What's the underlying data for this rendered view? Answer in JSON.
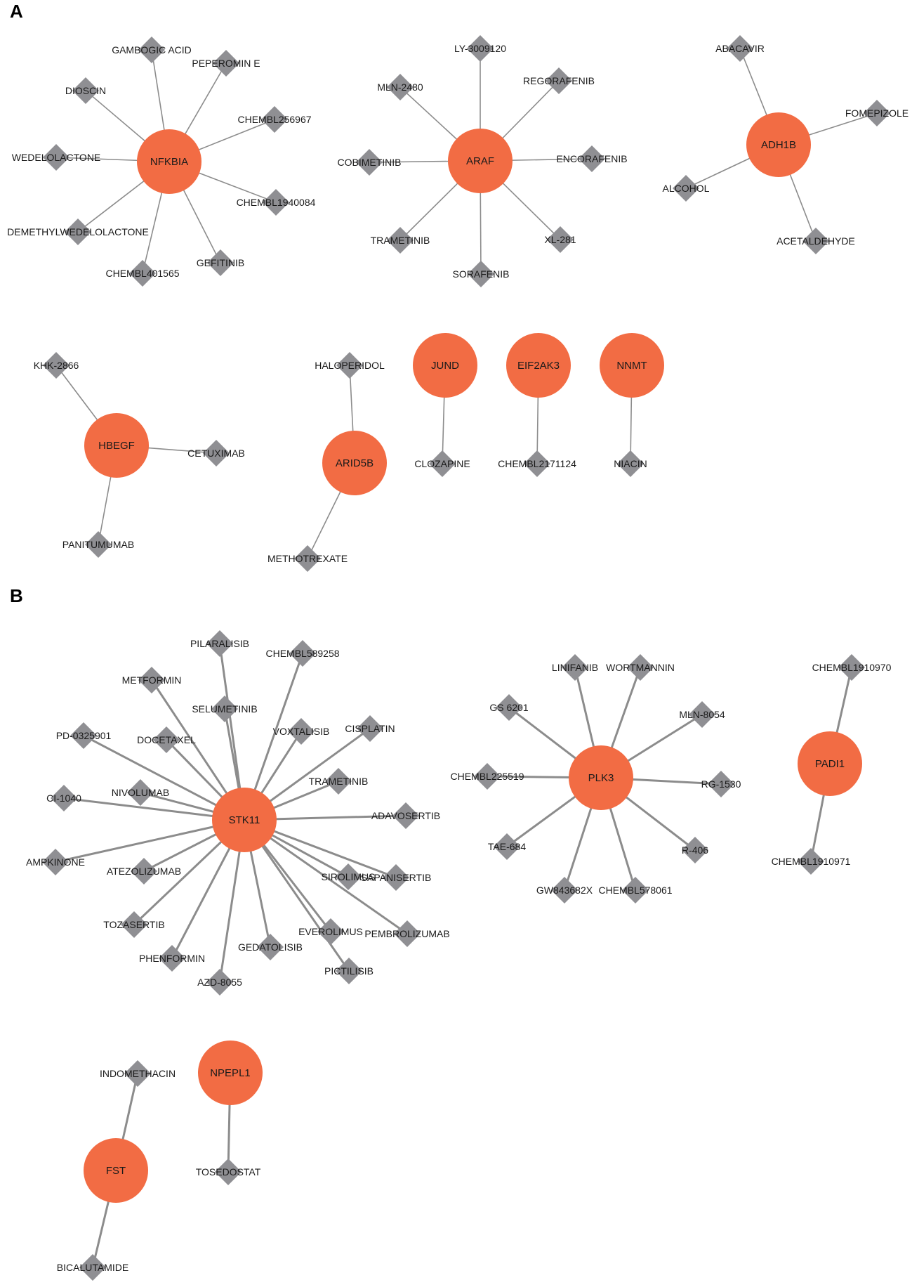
{
  "panels": [
    {
      "label": "A",
      "edge_color": "#8c8c8c",
      "edge_style": "thin",
      "hubs": [
        {
          "name": "NFKBIA",
          "drugs": [
            "GAMBOGIC ACID",
            "PEPEROMIN E",
            "CHEMBL256967",
            "CHEMBL1940084",
            "GEFITINIB",
            "CHEMBL401565",
            "DEMETHYLWEDELOLACTONE",
            "WEDELOLACTONE",
            "DIOSCIN"
          ]
        },
        {
          "name": "ARAF",
          "drugs": [
            "LY-3009120",
            "REGORAFENIB",
            "ENCORAFENIB",
            "XL-281",
            "SORAFENIB",
            "TRAMETINIB",
            "COBIMETINIB",
            "MLN-2480"
          ]
        },
        {
          "name": "ADH1B",
          "drugs": [
            "ABACAVIR",
            "FOMEPIZOLE",
            "ACETALDEHYDE",
            "ALCOHOL"
          ]
        },
        {
          "name": "HBEGF",
          "drugs": [
            "KHK-2866",
            "CETUXIMAB",
            "PANITUMUMAB"
          ]
        },
        {
          "name": "ARID5B",
          "drugs": [
            "HALOPERIDOL",
            "METHOTREXATE"
          ]
        },
        {
          "name": "JUND",
          "drugs": [
            "CLOZAPINE"
          ]
        },
        {
          "name": "EIF2AK3",
          "drugs": [
            "CHEMBL2171124"
          ]
        },
        {
          "name": "NNMT",
          "drugs": [
            "NIACIN"
          ]
        }
      ]
    },
    {
      "label": "B",
      "edge_color": "#8c8c8c",
      "edge_style": "thick",
      "hubs": [
        {
          "name": "STK11",
          "drugs": [
            "PILARALISIB",
            "CHEMBL589258",
            "METFORMIN",
            "SELUMETINIB",
            "VOXTALISIB",
            "CISPLATIN",
            "PD-0325901",
            "DOCETAXEL",
            "TRAMETINIB",
            "CI-1040",
            "NIVOLUMAB",
            "ADAVOSERTIB",
            "AMPKINONE",
            "ATEZOLIZUMAB",
            "SIROLIMUS",
            "SAPANISERTIB",
            "TOZASERTIB",
            "PEMBROLIZUMAB",
            "GEDATOLISIB",
            "EVEROLIMUS",
            "PHENFORMIN",
            "PICTILISIB",
            "AZD-8055"
          ]
        },
        {
          "name": "PLK3",
          "drugs": [
            "LINIFANIB",
            "WORTMANNIN",
            "GS 6201",
            "MLN-8054",
            "CHEMBL225519",
            "RG-1530",
            "TAE-684",
            "R-406",
            "GW843682X",
            "CHEMBL578061"
          ]
        },
        {
          "name": "PADI1",
          "drugs": [
            "CHEMBL1910970",
            "CHEMBL1910971"
          ]
        },
        {
          "name": "FST",
          "drugs": [
            "INDOMETHACIN",
            "BICALUTAMIDE"
          ]
        },
        {
          "name": "NPEPL1",
          "drugs": [
            "TOSEDOSTAT"
          ]
        }
      ]
    }
  ],
  "colors": {
    "gene_node": "#f26c44",
    "drug_node": "#8f8f93",
    "edge": "#8c8c8c"
  },
  "node_shapes": {
    "gene": "circle",
    "drug": "diamond"
  }
}
